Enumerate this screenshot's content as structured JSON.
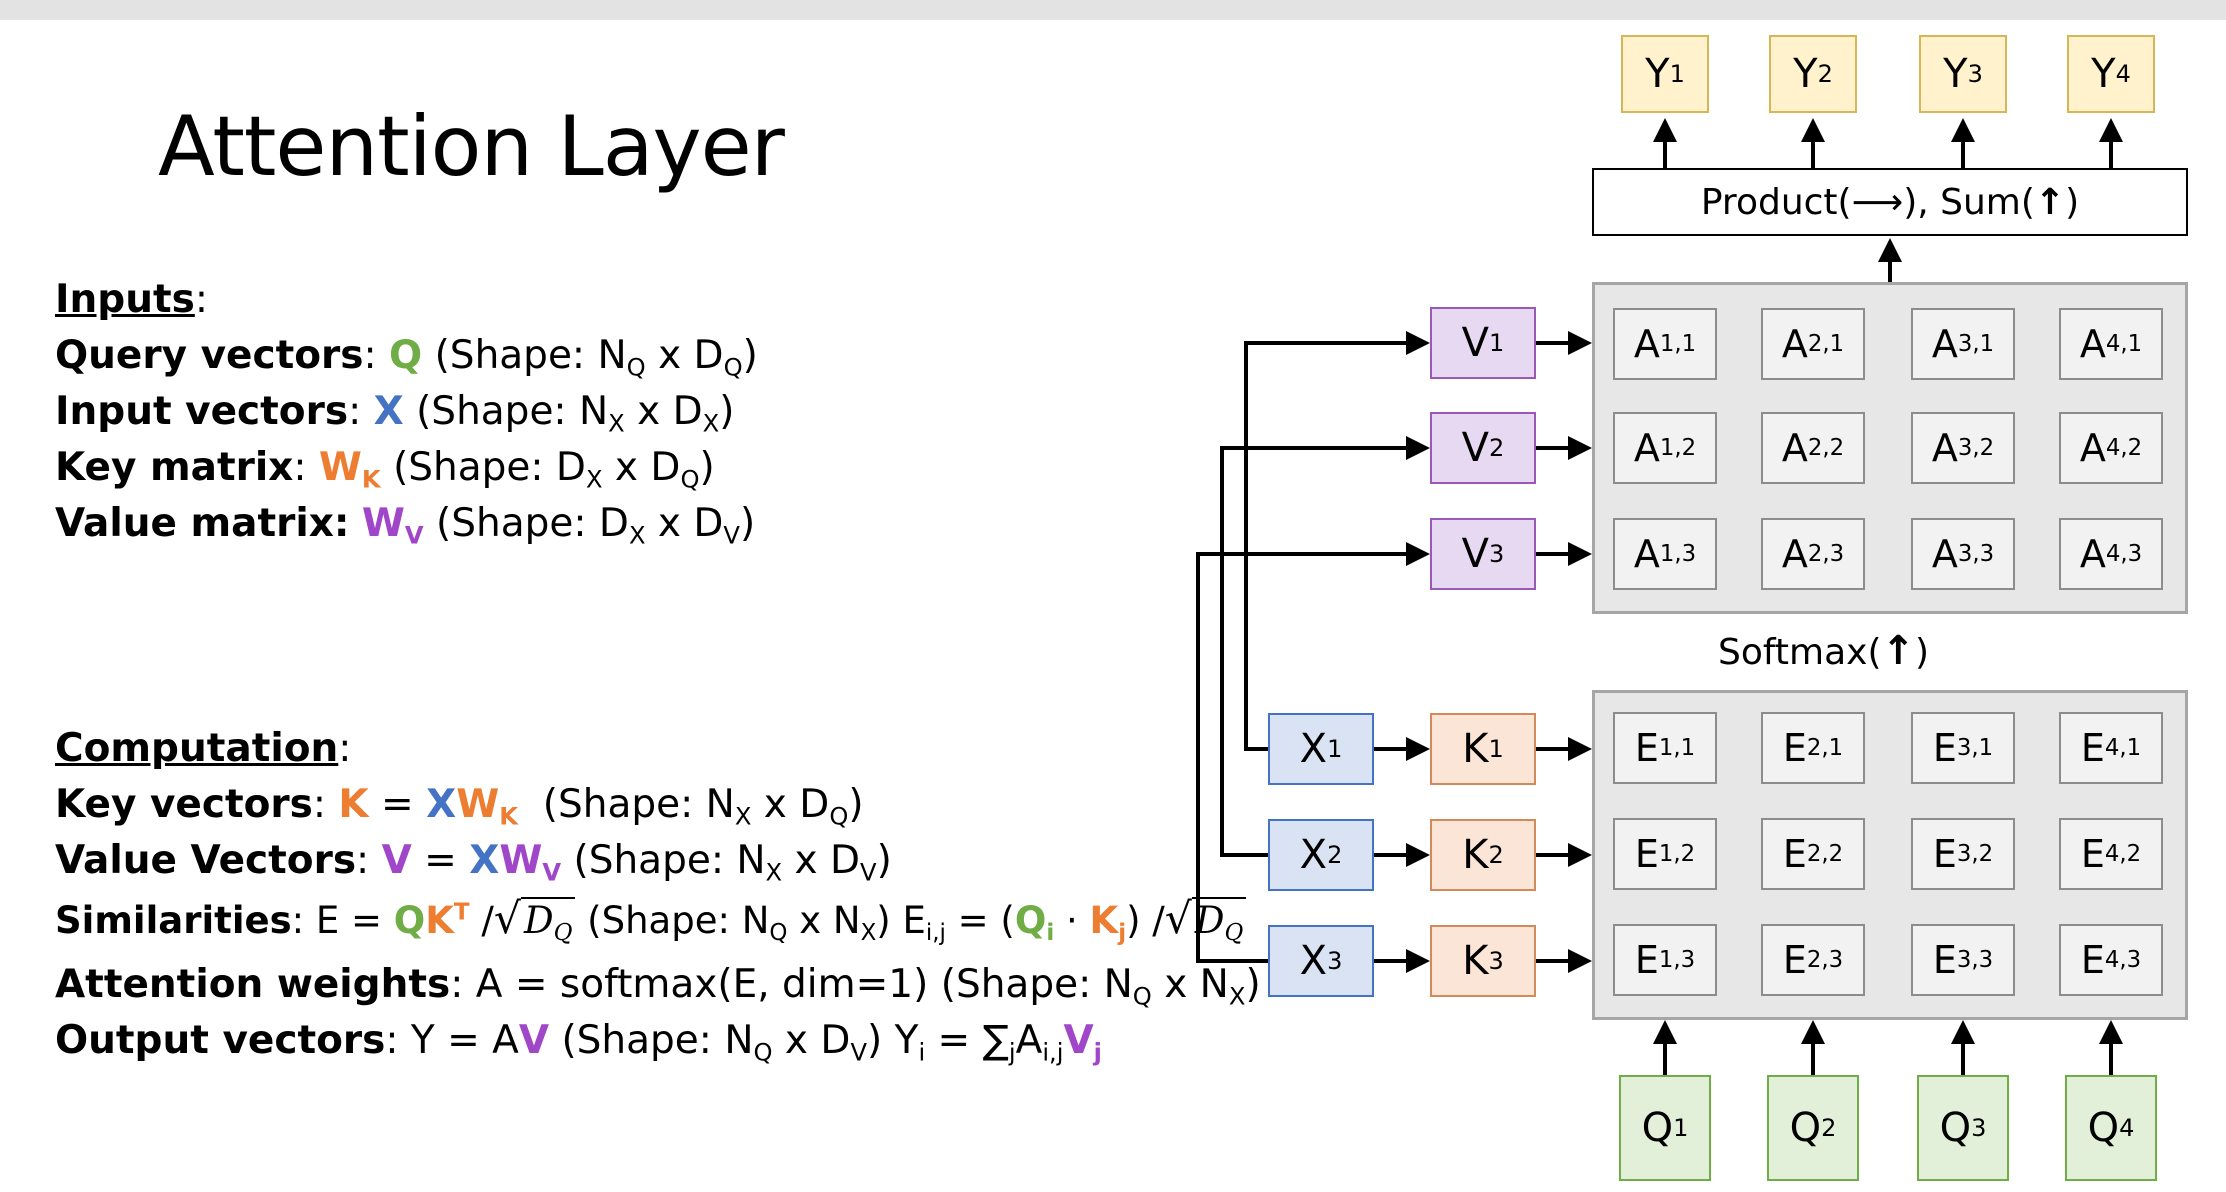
{
  "title": "Attention Layer",
  "inputs": {
    "heading": "Inputs",
    "query": {
      "label": "Query vectors",
      "symbol": "Q",
      "shape_prefix": "(Shape: N",
      "s1": "Q",
      "mid": " x D",
      "s2": "Q",
      "end": ")"
    },
    "input": {
      "label": "Input vectors",
      "symbol": "X",
      "shape_prefix": "(Shape: N",
      "s1": "X",
      "mid": " x D",
      "s2": "X",
      "end": ")"
    },
    "key": {
      "label": "Key matrix",
      "symbol": "W",
      "symbol_sub": "K",
      "shape_prefix": "(Shape: D",
      "s1": "X",
      "mid": " x D",
      "s2": "Q",
      "end": ")"
    },
    "value": {
      "label": "Value matrix:",
      "symbol": "W",
      "symbol_sub": "V",
      "shape_prefix": "(Shape: D",
      "s1": "X",
      "mid": " x D",
      "s2": "V",
      "end": ")"
    }
  },
  "computation": {
    "heading": "Computation",
    "key_vectors": {
      "label": "Key vectors",
      "lhs": "K",
      "x": "X",
      "w": "W",
      "w_sub": "K",
      "shape_prefix": "(Shape: N",
      "s1": "X",
      "mid": " x D",
      "s2": "Q",
      "end": ")"
    },
    "value_vectors": {
      "label": "Value Vectors",
      "lhs": "V",
      "x": "X",
      "w": "W",
      "w_sub": "V",
      "shape_prefix": "(Shape: N",
      "s1": "X",
      "mid": " x D",
      "s2": "V",
      "end": ")"
    },
    "similarities": {
      "label": "Similarities",
      "e_eq": "E = ",
      "q": "Q",
      "k": "K",
      "t": "T",
      "slash": " /",
      "sqrt": "√",
      "d": "D",
      "d_sub": "Q",
      "shape_prefix": " (Shape: N",
      "s1": "Q",
      "mid": " x N",
      "s2": "X",
      "end": ")",
      "eij": " E",
      "eij_sub": "i,j",
      "eq_open": " = (",
      "qi": "Q",
      "qi_sub": "i",
      "dot": " · ",
      "kj": "K",
      "kj_sub": "j",
      "close": ") /"
    },
    "attention_weights": {
      "label": "Attention weights",
      "text": ": A = softmax(E, dim=1)  (Shape: N",
      "s1": "Q",
      "mid": " x N",
      "s2": "X",
      "end": ")"
    },
    "output_vectors": {
      "label": "Output vectors",
      "y_eq": ": Y = A",
      "v": "V",
      "shape_prefix": " (Shape: N",
      "s1": "Q",
      "mid": " x D",
      "s2": "V",
      "end": ")",
      "yi": " Y",
      "yi_sub": "i",
      "sum": " = ∑",
      "sum_sub": "j",
      "a": "A",
      "a_sub": "i,j",
      "vj": "V",
      "vj_sub": "j"
    }
  },
  "diagram": {
    "outputs": [
      {
        "base": "Y",
        "sub": "1"
      },
      {
        "base": "Y",
        "sub": "2"
      },
      {
        "base": "Y",
        "sub": "3"
      },
      {
        "base": "Y",
        "sub": "4"
      }
    ],
    "product_label": "Product(⟶),   Sum(🠕)",
    "product_text": "Product(",
    "product_mid": "),   Sum(",
    "product_end": ")",
    "softmax_text": "Softmax(",
    "softmax_end": ")",
    "values": [
      {
        "base": "V",
        "sub": "1"
      },
      {
        "base": "V",
        "sub": "2"
      },
      {
        "base": "V",
        "sub": "3"
      }
    ],
    "inputs": [
      {
        "base": "X",
        "sub": "1"
      },
      {
        "base": "X",
        "sub": "2"
      },
      {
        "base": "X",
        "sub": "3"
      }
    ],
    "keys": [
      {
        "base": "K",
        "sub": "1"
      },
      {
        "base": "K",
        "sub": "2"
      },
      {
        "base": "K",
        "sub": "3"
      }
    ],
    "queries": [
      {
        "base": "Q",
        "sub": "1"
      },
      {
        "base": "Q",
        "sub": "2"
      },
      {
        "base": "Q",
        "sub": "3"
      },
      {
        "base": "Q",
        "sub": "4"
      }
    ],
    "a_cells": [
      [
        {
          "base": "A",
          "sub": "1,1"
        },
        {
          "base": "A",
          "sub": "2,1"
        },
        {
          "base": "A",
          "sub": "3,1"
        },
        {
          "base": "A",
          "sub": "4,1"
        }
      ],
      [
        {
          "base": "A",
          "sub": "1,2"
        },
        {
          "base": "A",
          "sub": "2,2"
        },
        {
          "base": "A",
          "sub": "3,2"
        },
        {
          "base": "A",
          "sub": "4,2"
        }
      ],
      [
        {
          "base": "A",
          "sub": "1,3"
        },
        {
          "base": "A",
          "sub": "2,3"
        },
        {
          "base": "A",
          "sub": "3,3"
        },
        {
          "base": "A",
          "sub": "4,3"
        }
      ]
    ],
    "e_cells": [
      [
        {
          "base": "E",
          "sub": "1,1"
        },
        {
          "base": "E",
          "sub": "2,1"
        },
        {
          "base": "E",
          "sub": "3,1"
        },
        {
          "base": "E",
          "sub": "4,1"
        }
      ],
      [
        {
          "base": "E",
          "sub": "1,2"
        },
        {
          "base": "E",
          "sub": "2,2"
        },
        {
          "base": "E",
          "sub": "3,2"
        },
        {
          "base": "E",
          "sub": "4,2"
        }
      ],
      [
        {
          "base": "E",
          "sub": "1,3"
        },
        {
          "base": "E",
          "sub": "2,3"
        },
        {
          "base": "E",
          "sub": "3,3"
        },
        {
          "base": "E",
          "sub": "4,3"
        }
      ]
    ]
  },
  "colors": {
    "query": "#70ad47",
    "input": "#4472c4",
    "key": "#ed7d31",
    "value": "#a046c8",
    "output_fill": "#fff2cc",
    "value_fill": "#e8d9f2",
    "input_fill": "#dae3f3",
    "key_fill": "#fbe5d6",
    "query_fill": "#e2f0d9",
    "panel": "#e7e7e7"
  }
}
